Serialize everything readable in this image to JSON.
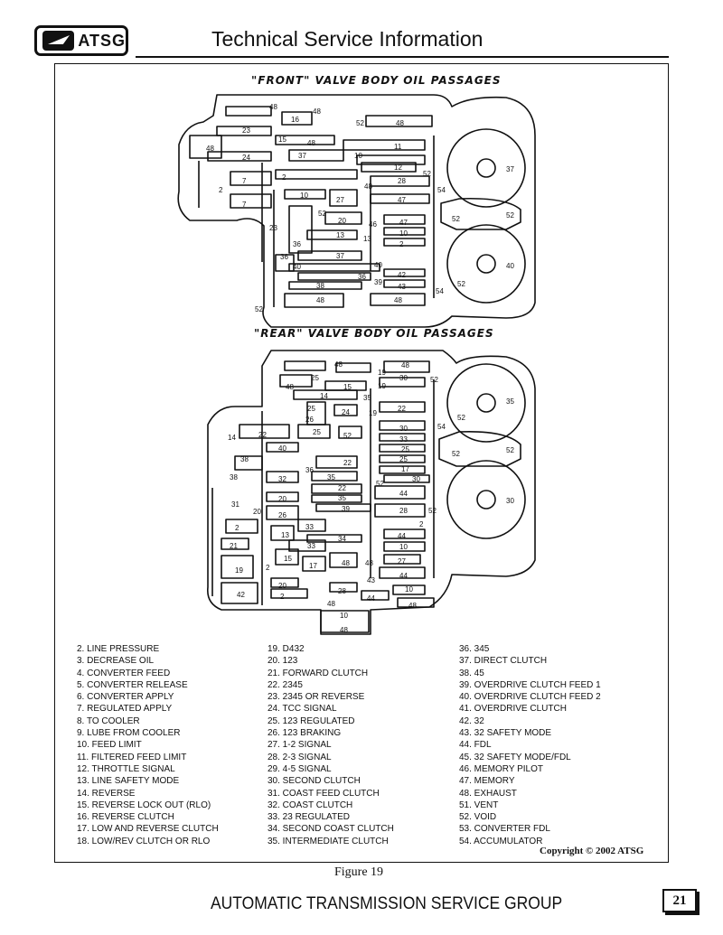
{
  "header": {
    "logo_text": "ATSG",
    "title": "Technical Service Information"
  },
  "front": {
    "title": "\"FRONT\" VALVE BODY OIL PASSAGES",
    "labels": [
      {
        "t": "48"
      },
      {
        "t": "16"
      },
      {
        "t": "48"
      },
      {
        "t": "52"
      },
      {
        "t": "48"
      },
      {
        "t": "23"
      },
      {
        "t": "15"
      },
      {
        "t": "48"
      },
      {
        "t": "48"
      },
      {
        "t": "11"
      },
      {
        "t": "24"
      },
      {
        "t": "37"
      },
      {
        "t": "10"
      },
      {
        "t": "12"
      },
      {
        "t": "52"
      },
      {
        "t": "37"
      },
      {
        "t": "2"
      },
      {
        "t": "7"
      },
      {
        "t": "48"
      },
      {
        "t": "28"
      },
      {
        "t": "2"
      },
      {
        "t": "10"
      },
      {
        "t": "27"
      },
      {
        "t": "54"
      },
      {
        "t": "47"
      },
      {
        "t": "7"
      },
      {
        "t": "52"
      },
      {
        "t": "52"
      },
      {
        "t": "52"
      },
      {
        "t": "20"
      },
      {
        "t": "46"
      },
      {
        "t": "47"
      },
      {
        "t": "23"
      },
      {
        "t": "13"
      },
      {
        "t": "13"
      },
      {
        "t": "10"
      },
      {
        "t": "36"
      },
      {
        "t": "2"
      },
      {
        "t": "37"
      },
      {
        "t": "36"
      },
      {
        "t": "40"
      },
      {
        "t": "40"
      },
      {
        "t": "40"
      },
      {
        "t": "36"
      },
      {
        "t": "42"
      },
      {
        "t": "39"
      },
      {
        "t": "52"
      },
      {
        "t": "38"
      },
      {
        "t": "43"
      },
      {
        "t": "54"
      },
      {
        "t": "48"
      },
      {
        "t": "48"
      },
      {
        "t": "52"
      }
    ]
  },
  "rear": {
    "title": "\"REAR\" VALVE BODY OIL PASSAGES",
    "labels": [
      {
        "t": "48"
      },
      {
        "t": "48"
      },
      {
        "t": "19"
      },
      {
        "t": "25"
      },
      {
        "t": "30"
      },
      {
        "t": "52"
      },
      {
        "t": "48"
      },
      {
        "t": "15"
      },
      {
        "t": "19"
      },
      {
        "t": "14"
      },
      {
        "t": "35"
      },
      {
        "t": "35"
      },
      {
        "t": "25"
      },
      {
        "t": "24"
      },
      {
        "t": "19"
      },
      {
        "t": "22"
      },
      {
        "t": "52"
      },
      {
        "t": "26"
      },
      {
        "t": "30"
      },
      {
        "t": "54"
      },
      {
        "t": "14"
      },
      {
        "t": "22"
      },
      {
        "t": "25"
      },
      {
        "t": "52"
      },
      {
        "t": "33"
      },
      {
        "t": "40"
      },
      {
        "t": "25"
      },
      {
        "t": "52"
      },
      {
        "t": "52"
      },
      {
        "t": "38"
      },
      {
        "t": "25"
      },
      {
        "t": "22"
      },
      {
        "t": "17"
      },
      {
        "t": "36"
      },
      {
        "t": "38"
      },
      {
        "t": "32"
      },
      {
        "t": "35"
      },
      {
        "t": "30"
      },
      {
        "t": "52"
      },
      {
        "t": "22"
      },
      {
        "t": "44"
      },
      {
        "t": "20"
      },
      {
        "t": "35"
      },
      {
        "t": "30"
      },
      {
        "t": "31"
      },
      {
        "t": "20"
      },
      {
        "t": "39"
      },
      {
        "t": "28"
      },
      {
        "t": "52"
      },
      {
        "t": "26"
      },
      {
        "t": "2"
      },
      {
        "t": "33"
      },
      {
        "t": "2"
      },
      {
        "t": "13"
      },
      {
        "t": "44"
      },
      {
        "t": "34"
      },
      {
        "t": "33"
      },
      {
        "t": "10"
      },
      {
        "t": "21"
      },
      {
        "t": "15"
      },
      {
        "t": "27"
      },
      {
        "t": "48"
      },
      {
        "t": "48"
      },
      {
        "t": "17"
      },
      {
        "t": "19"
      },
      {
        "t": "2"
      },
      {
        "t": "44"
      },
      {
        "t": "43"
      },
      {
        "t": "20"
      },
      {
        "t": "28"
      },
      {
        "t": "10"
      },
      {
        "t": "42"
      },
      {
        "t": "2"
      },
      {
        "t": "44"
      },
      {
        "t": "48"
      },
      {
        "t": "48"
      },
      {
        "t": "10"
      },
      {
        "t": "48"
      }
    ]
  },
  "legend": {
    "col1": [
      "2. LINE PRESSURE",
      "3. DECREASE OIL",
      "4. CONVERTER FEED",
      "5. CONVERTER RELEASE",
      "6. CONVERTER APPLY",
      "7. REGULATED APPLY",
      "8. TO COOLER",
      "9. LUBE FROM COOLER",
      "10. FEED LIMIT",
      "11. FILTERED FEED LIMIT",
      "12. THROTTLE SIGNAL",
      "13. LINE SAFETY MODE",
      "14. REVERSE",
      "15. REVERSE LOCK OUT (RLO)",
      "16. REVERSE CLUTCH",
      "17. LOW AND REVERSE CLUTCH",
      "18. LOW/REV CLUTCH OR RLO"
    ],
    "col2": [
      "19. D432",
      "20. 123",
      "21. FORWARD CLUTCH",
      "22. 2345",
      "23. 2345 OR REVERSE",
      "24. TCC SIGNAL",
      "25. 123 REGULATED",
      "26. 123 BRAKING",
      "27. 1-2 SIGNAL",
      "28. 2-3 SIGNAL",
      "29. 4-5 SIGNAL",
      "30. SECOND CLUTCH",
      "31. COAST FEED CLUTCH",
      "32. COAST CLUTCH",
      "33. 23 REGULATED",
      "34. SECOND COAST CLUTCH",
      "35. INTERMEDIATE CLUTCH"
    ],
    "col3": [
      "36. 345",
      "37. DIRECT CLUTCH",
      "38. 45",
      "39. OVERDRIVE CLUTCH FEED 1",
      "40. OVERDRIVE CLUTCH FEED 2",
      "41. OVERDRIVE CLUTCH",
      "42. 32",
      "43. 32 SAFETY MODE",
      "44. FDL",
      "45. 32 SAFETY MODE/FDL",
      "46. MEMORY PILOT",
      "47. MEMORY",
      "48. EXHAUST",
      "51. VENT",
      "52. VOID",
      "53. CONVERTER FDL",
      "54. ACCUMULATOR"
    ]
  },
  "copyright": "Copyright © 2002 ATSG",
  "figure_caption": "Figure 19",
  "footer": {
    "org": "AUTOMATIC TRANSMISSION SERVICE GROUP",
    "page_number": "21"
  }
}
